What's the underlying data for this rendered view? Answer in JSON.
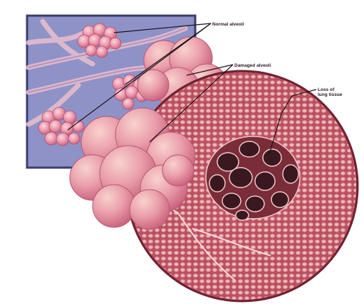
{
  "labels": {
    "normal_alveoli": "Normal alveoli",
    "damaged_alveoli": "Damaged alveoli",
    "loss_line1": "Loss of",
    "loss_line2": "lung tissue"
  },
  "colors": {
    "inset_background": "#8f92c7",
    "inset_border": "#3a3e6e",
    "alveoli_pink": "#e98ca3",
    "tissue_red": "#b24456",
    "hole_dark": "#3a1820",
    "leader_line": "#1c1216"
  }
}
